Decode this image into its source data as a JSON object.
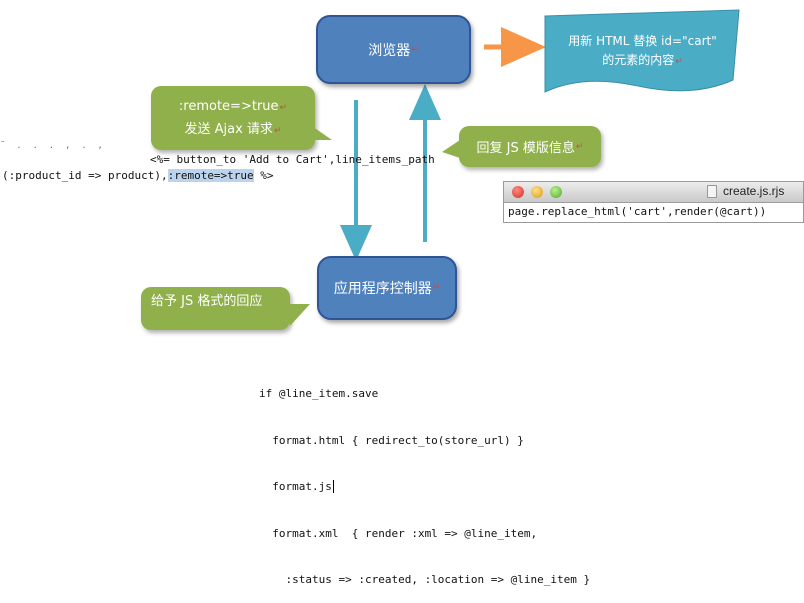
{
  "browser_label": "浏览器",
  "controller_label": "应用程序控制器",
  "replace_note": {
    "line1": "用新 HTML 替换 id=\"cart\"",
    "line2": "的元素的内容"
  },
  "ajax_bubble": {
    "line1": ":remote=>true",
    "line2": "发送 Ajax 请求"
  },
  "reply_bubble": "回复 JS 模版信息",
  "js_format_bubble": "给予 JS 格式的回应",
  "view_code": {
    "line1": "<%= button_to 'Add to Cart',line_items_path",
    "line2_prefix": "(:product_id => product),",
    "line2_highlight": ":remote=>true",
    "line2_suffix": " %>"
  },
  "rjs_window": {
    "filename": "create.js.rjs",
    "code": "page.replace_html('cart',render(@cart))"
  },
  "controller_code": [
    "if @line_item.save",
    "  format.html { redirect_to(store_url) }",
    "  format.js",
    "  format.xml  { render :xml => @line_item,",
    "    :status => :created, :location => @line_item }"
  ],
  "colors": {
    "box_blue": "#4f81bd",
    "bubble_green": "#8fb04a",
    "note_teal": "#4bacc6",
    "arrow_teal": "#4bacc6",
    "arrow_orange": "#f79646"
  }
}
